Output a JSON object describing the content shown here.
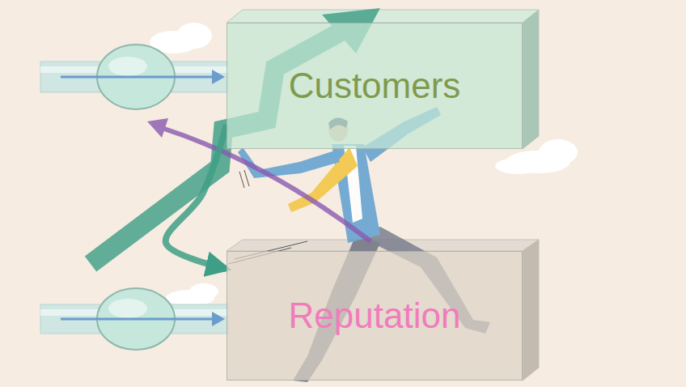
{
  "diagram": {
    "nodes": [
      {
        "text": [
          "Customers"
        ]
      },
      {
        "text": [
          "Reputation"
        ]
      }
    ],
    "edges": [
      {
        "from": 0,
        "to": 1,
        "arrow": "to"
      }
    ]
  }
}
